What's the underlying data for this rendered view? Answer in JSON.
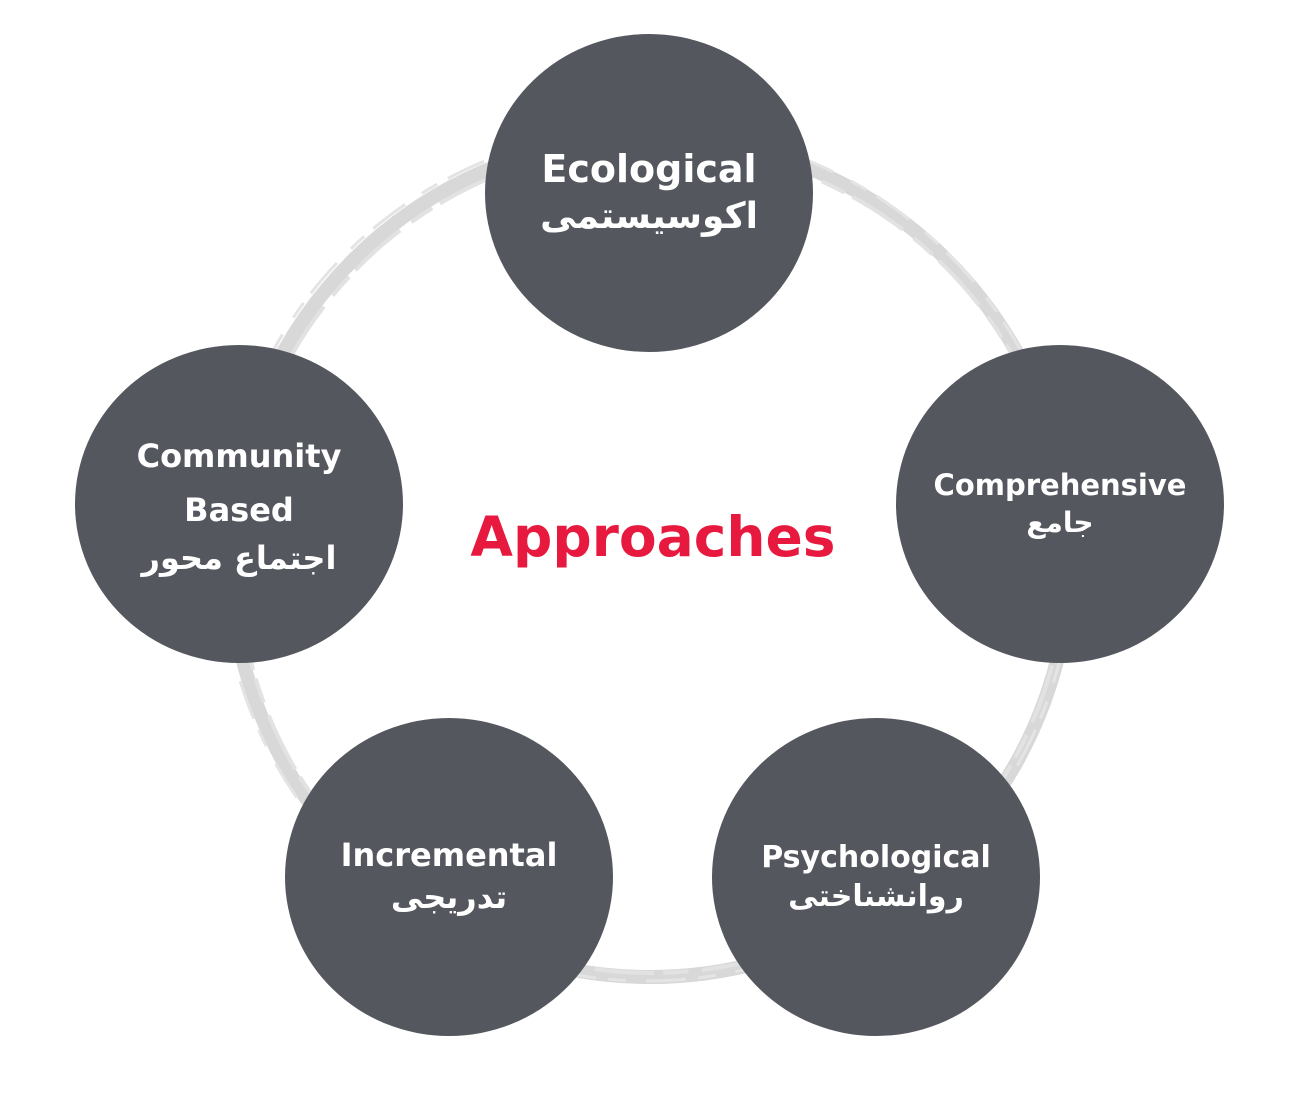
{
  "title": "Approaches",
  "colors": {
    "title": "#e8193f",
    "node_fill": "#55575f",
    "node_text": "#ffffff",
    "ring": "#d4d4d4"
  },
  "nodes": [
    {
      "en": "Ecological",
      "fa": "اکوسیستمی"
    },
    {
      "en": "Comprehensive",
      "fa": "جامع"
    },
    {
      "en": "Psychological",
      "fa": "روانشناختی"
    },
    {
      "en": "Incremental",
      "fa": "تدریجی"
    },
    {
      "en_lines": [
        "Community",
        "Based"
      ],
      "fa": "اجتماع محور"
    }
  ]
}
